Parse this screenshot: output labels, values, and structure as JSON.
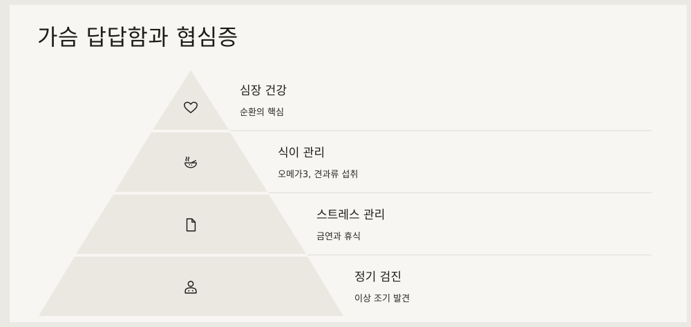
{
  "page": {
    "title": "가슴 답답함과 협심증"
  },
  "colors": {
    "tier_fill": "#ebe8e1",
    "card": "#f7f6f3",
    "rule": "#dedcd6"
  },
  "tiers": [
    {
      "label": "심장 건강",
      "desc": "순환의 핵심",
      "icon": "heart-icon"
    },
    {
      "label": "식이 관리",
      "desc": "오메가3, 견과류 섭취",
      "icon": "bowl-icon"
    },
    {
      "label": "스트레스 관리",
      "desc": "금연과 휴식",
      "icon": "document-icon"
    },
    {
      "label": "정기 검진",
      "desc": "이상 조기 발견",
      "icon": "doctor-icon"
    }
  ]
}
